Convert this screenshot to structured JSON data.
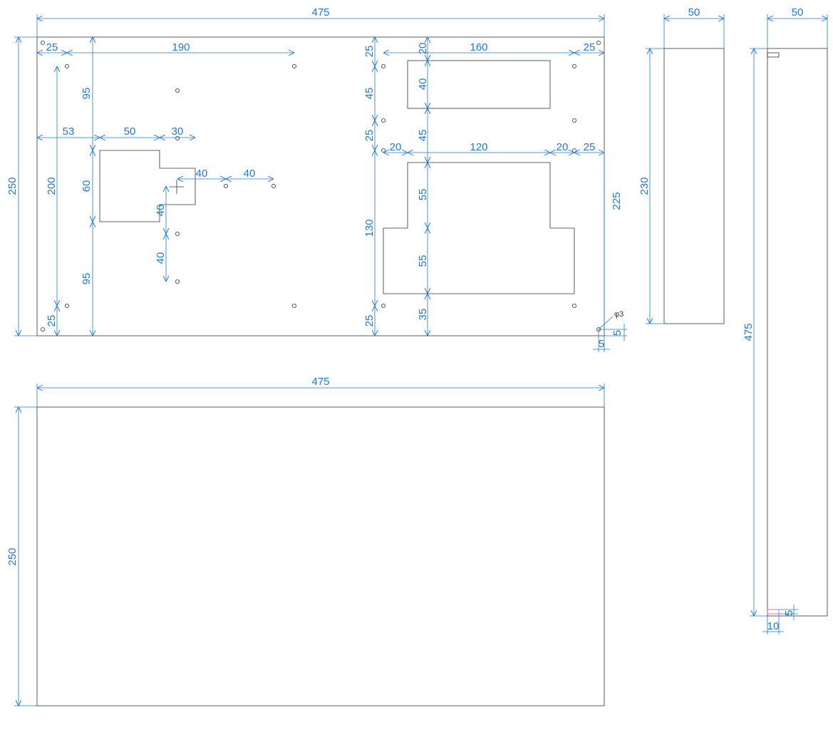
{
  "colors": {
    "dimension": "#1e78d7",
    "outline": "#333333"
  },
  "dimensions": {
    "top_width": "475",
    "top_height": "250",
    "left_inner_25a": "25",
    "left_190": "190",
    "left_95a": "95",
    "left_53": "53",
    "left_50": "50",
    "left_30": "30",
    "left_200": "200",
    "left_60": "60",
    "left_40a": "40",
    "left_40b": "40",
    "left_40c": "40",
    "left_40d": "40",
    "left_95b": "95",
    "left_25b": "25",
    "right_25a": "25",
    "right_20a": "20",
    "right_160": "160",
    "right_25b": "25",
    "right_45a": "45",
    "right_40": "40",
    "right_25c": "25",
    "right_45b": "45",
    "right_20b": "20",
    "right_120": "120",
    "right_20c": "20",
    "right_25d": "25",
    "right_225": "225",
    "right_130": "130",
    "right_55a": "55",
    "right_55b": "55",
    "right_25e": "25",
    "right_35": "35",
    "hole_note": "φ3",
    "hole_5a": "5",
    "hole_5b": "5",
    "side1_width": "50",
    "side1_height": "230",
    "side2_width": "50",
    "side2_height": "475",
    "side2_10": "10",
    "side2_5": "5",
    "bottom_width": "475",
    "bottom_height": "250"
  }
}
